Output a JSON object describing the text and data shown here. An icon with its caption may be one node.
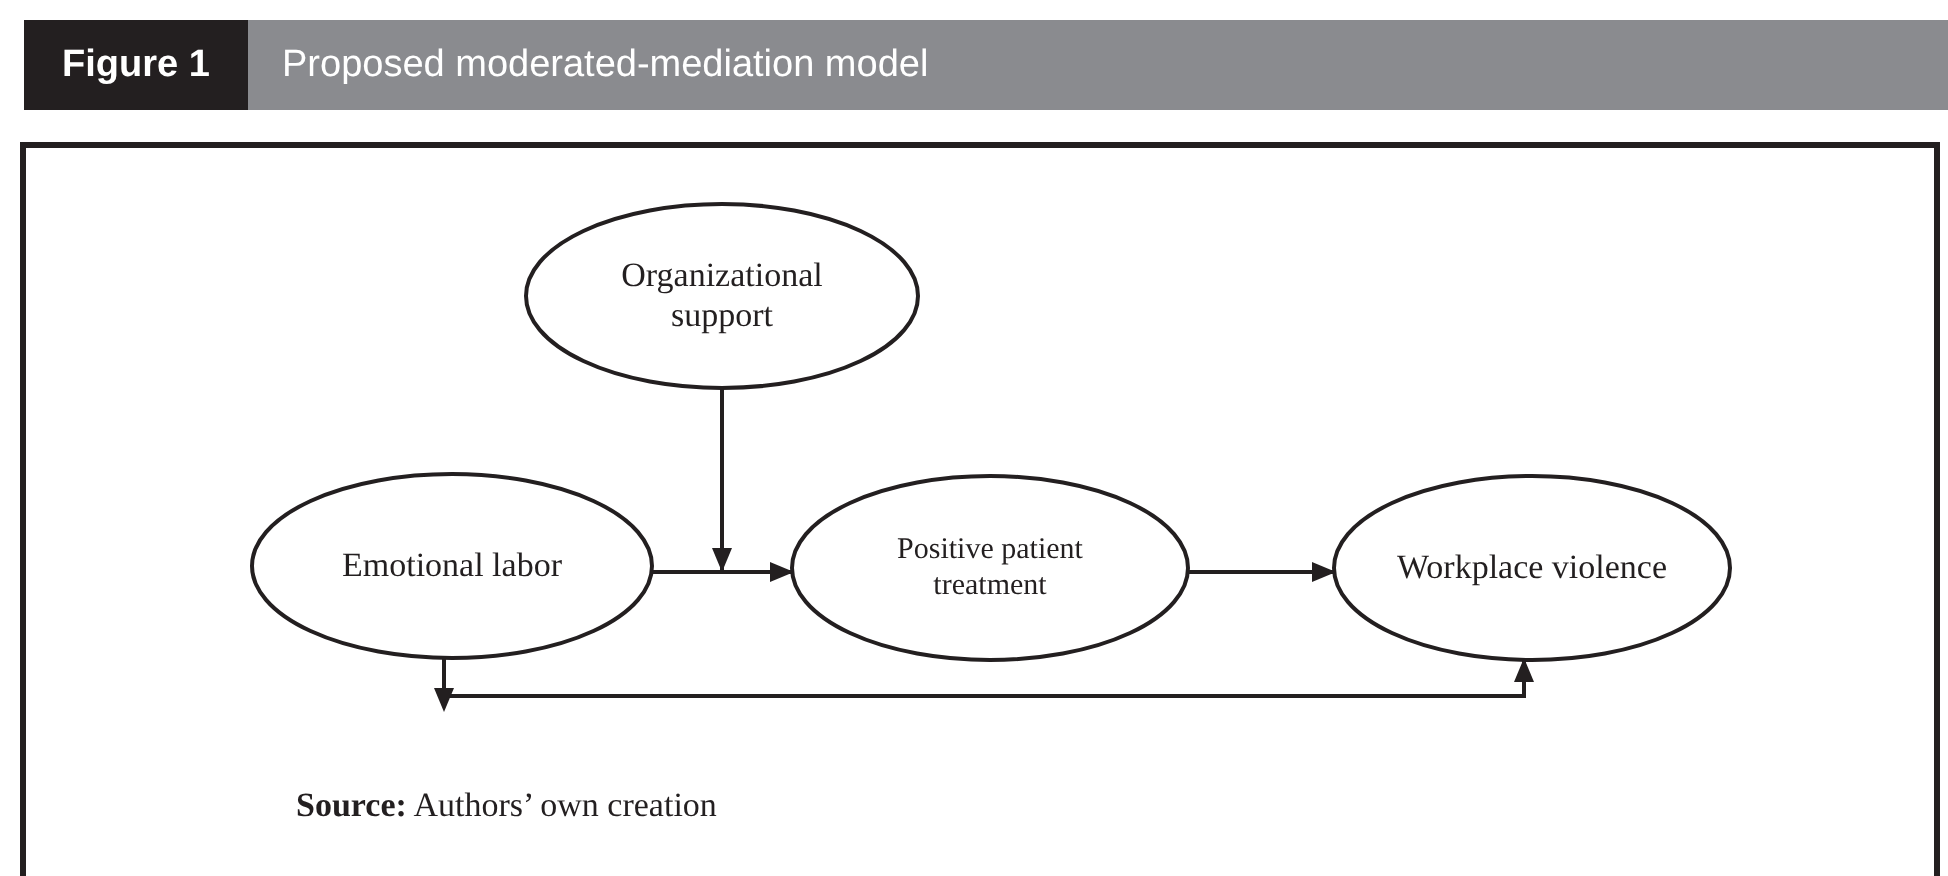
{
  "diagram": {
    "title": "Proposed moderated-mediation model",
    "nodes": [
      {
        "text": [
          "Organizational support"
        ]
      },
      {
        "text": [
          "Emotional labor"
        ]
      },
      {
        "text": [
          "Positive patient treatment"
        ]
      },
      {
        "text": [
          "Workplace violence"
        ]
      }
    ],
    "edges": [
      {
        "from": 0,
        "to": null,
        "arrow": "to"
      },
      {
        "from": 1,
        "to": 2,
        "arrow": "to"
      },
      {
        "from": 2,
        "to": 3,
        "arrow": "to"
      },
      {
        "from": 1,
        "to": 3,
        "arrow": "to"
      }
    ],
    "labels": [
      "Figure 1",
      "**Source:** Authors’ own creation"
    ]
  }
}
